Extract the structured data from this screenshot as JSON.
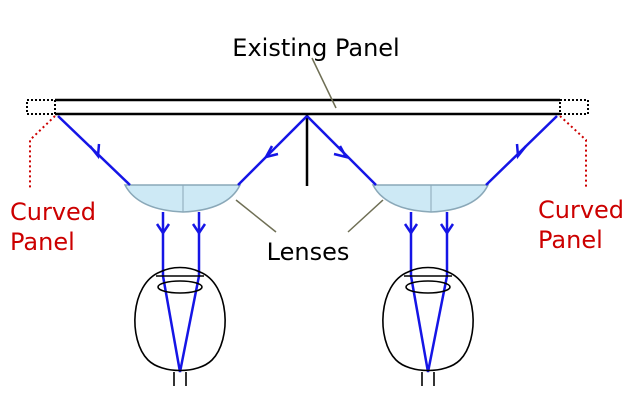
{
  "labels": {
    "top_panel": "Existing Panel",
    "lenses": "Lenses",
    "left_side_line1": "Curved",
    "left_side_line2": "Panel",
    "right_side_line1": "Curved",
    "right_side_line2": "Panel"
  },
  "colors": {
    "panel": "#000000",
    "ray": "#1515e6",
    "lens_fill": "#cde9f5",
    "lens_stroke": "#8aa8b8",
    "curved_panel": "#cc0000",
    "leader": "#7a7a5c",
    "eye": "#000000"
  }
}
